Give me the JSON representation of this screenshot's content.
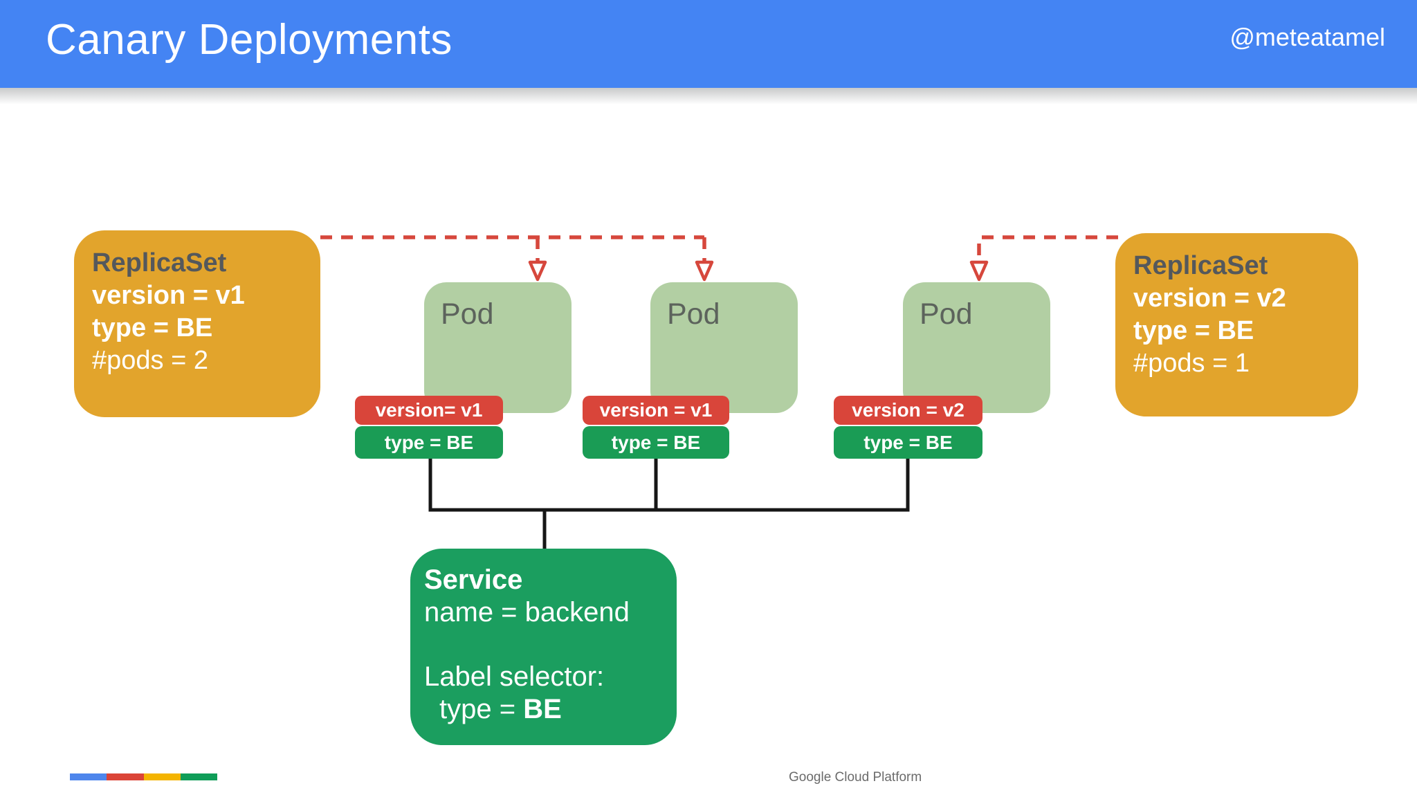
{
  "slide": {
    "header": {
      "title": "Canary Deployments",
      "author_handle": "@meteatamel",
      "bg_color": "#4484F3"
    },
    "replicasets": [
      {
        "title": "ReplicaSet",
        "version": "version = v1",
        "type": "type = BE",
        "pods_count": "#pods = 2"
      },
      {
        "title": "ReplicaSet",
        "version": "version = v2",
        "type": "type = BE",
        "pods_count": "#pods = 1"
      }
    ],
    "pods": [
      {
        "title": "Pod",
        "version_label": "version= v1",
        "type_label": "type = BE"
      },
      {
        "title": "Pod",
        "version_label": "version = v1",
        "type_label": "type = BE"
      },
      {
        "title": "Pod",
        "version_label": "version = v2",
        "type_label": "type = BE"
      }
    ],
    "service": {
      "title": "Service",
      "name_line": "name = backend",
      "selector_heading": "Label selector:",
      "selector_key": "type = ",
      "selector_value": "BE"
    },
    "footer": {
      "brand": "Google Cloud Platform",
      "bar_colors": [
        "#4E86EC",
        "#DB4437",
        "#F4B400",
        "#0F9D58"
      ]
    },
    "colors": {
      "replicaset_bg": "#E2A42C",
      "replicaset_title_text": "#54585C",
      "pod_bg": "#B2CFA3",
      "version_label_bg": "#D9453A",
      "type_label_bg": "#1A9C55",
      "service_bg": "#1B9E5F",
      "connector_line": "#161616",
      "selector_dashed_line": "#D6473C"
    }
  }
}
